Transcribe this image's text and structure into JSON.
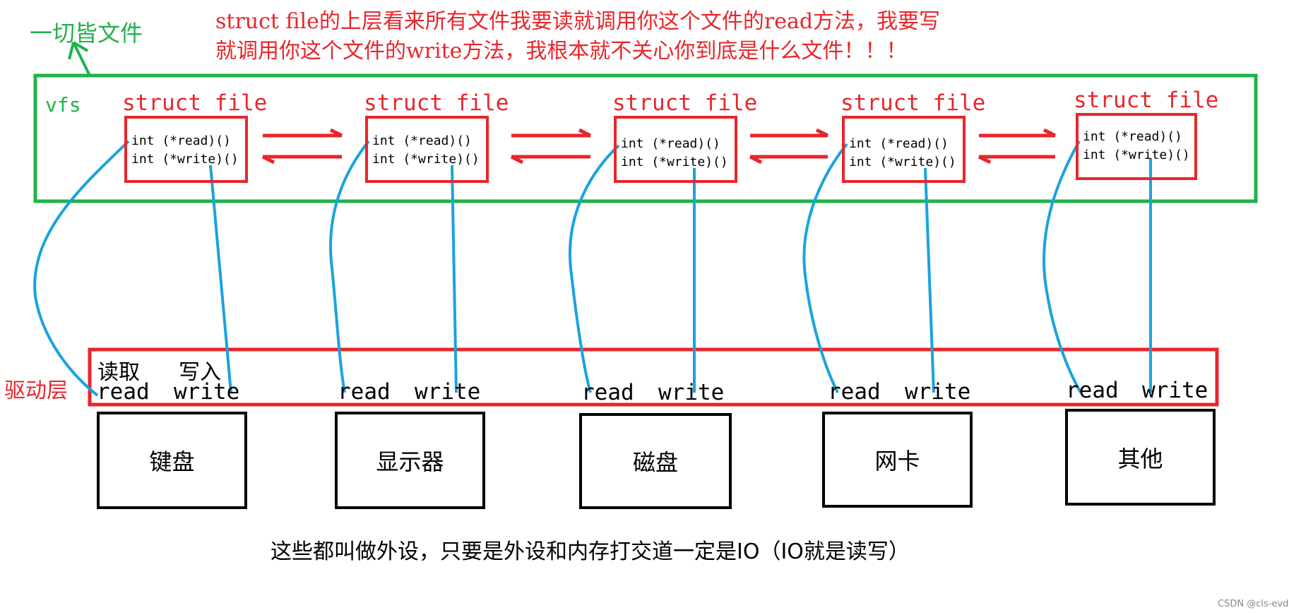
{
  "annotations": {
    "everything_is_file": "一切皆文件",
    "top_note_line1": "struct file的上层看来所有文件我要读就调用你这个文件的read方法，我要写",
    "top_note_line2": "就调用你这个文件的write方法，我根本就不关心你到底是什么文件！！！",
    "bottom_note": "这些都叫做外设，只要是外设和内存打交道一定是IO（IO就是读写）",
    "watermark": "CSDN @cls-evd"
  },
  "vfs": {
    "label": "vfs",
    "struct_files": [
      {
        "title": "struct file",
        "read": "int (*read)()",
        "write": "int (*write)()"
      },
      {
        "title": "struct file",
        "read": "int (*read)()",
        "write": "int (*write)()"
      },
      {
        "title": "struct file",
        "read": "int (*read)()",
        "write": "int (*write)()"
      },
      {
        "title": "struct file",
        "read": "int (*read)()",
        "write": "int (*write)()"
      },
      {
        "title": "struct file",
        "read": "int (*read)()",
        "write": "int (*write)()"
      }
    ]
  },
  "driver_layer": {
    "label": "驱动层",
    "header_read": "读取",
    "header_write": "写入",
    "slots": [
      {
        "read": "read",
        "write": "write"
      },
      {
        "read": "read",
        "write": "write"
      },
      {
        "read": "read",
        "write": "write"
      },
      {
        "read": "read",
        "write": "write"
      },
      {
        "read": "read",
        "write": "write"
      }
    ]
  },
  "devices": [
    "键盘",
    "显示器",
    "磁盘",
    "网卡",
    "其他"
  ],
  "colors": {
    "vfs_border": "#22b14c",
    "struct_border": "#e8262b",
    "arrow": "#e8262b",
    "link_line": "#1aa3de",
    "device_border": "#000000"
  }
}
